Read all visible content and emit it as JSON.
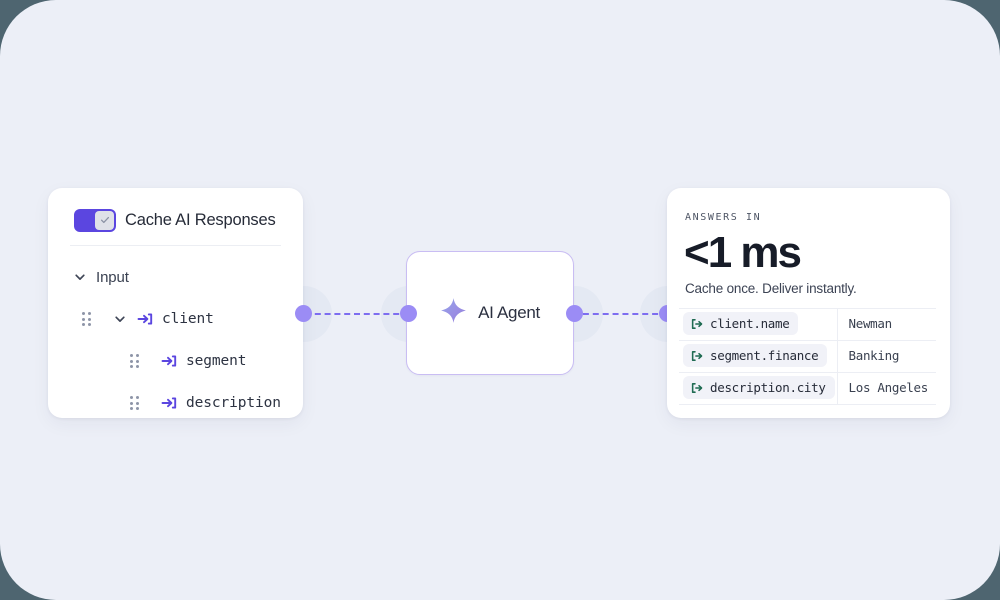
{
  "theme": {
    "outer_background": "#4e6570",
    "canvas_background": "#eceff7",
    "accent_purple": "#5b46e0",
    "connector_purple": "#9b8cf5",
    "wire_purple": "#7d6df0",
    "export_green": "#1f6b52",
    "card_white": "#ffffff"
  },
  "left_card": {
    "toggle": {
      "label": "Cache AI Responses",
      "state": "on",
      "icon": "check-icon"
    },
    "group": {
      "label": "Input",
      "expanded": true,
      "chevron_icon": "chevron-down-icon"
    },
    "tree": [
      {
        "label": "client",
        "level": 2,
        "expanded": true,
        "grip_icon": "drag-handle-icon",
        "chevron_icon": "chevron-down-icon",
        "type_icon": "input-arrow-icon"
      },
      {
        "label": "segment",
        "level": 3,
        "grip_icon": "drag-handle-icon",
        "type_icon": "input-arrow-icon"
      },
      {
        "label": "description",
        "level": 3,
        "grip_icon": "drag-handle-icon",
        "type_icon": "input-arrow-icon"
      }
    ]
  },
  "agent_node": {
    "label": "AI Agent",
    "icon": "sparkle-icon",
    "ports": [
      "input-port",
      "output-port"
    ]
  },
  "right_card": {
    "eyebrow": "ANSWERS IN",
    "headline": "<1 ms",
    "subtitle": "Cache once. Deliver instantly.",
    "rows": [
      {
        "key": "client.name",
        "value": "Newman",
        "icon": "export-arrow-icon"
      },
      {
        "key": "segment.finance",
        "value": "Banking",
        "icon": "export-arrow-icon"
      },
      {
        "key": "description.city",
        "value": "Los Angeles",
        "icon": "export-arrow-icon"
      }
    ]
  }
}
